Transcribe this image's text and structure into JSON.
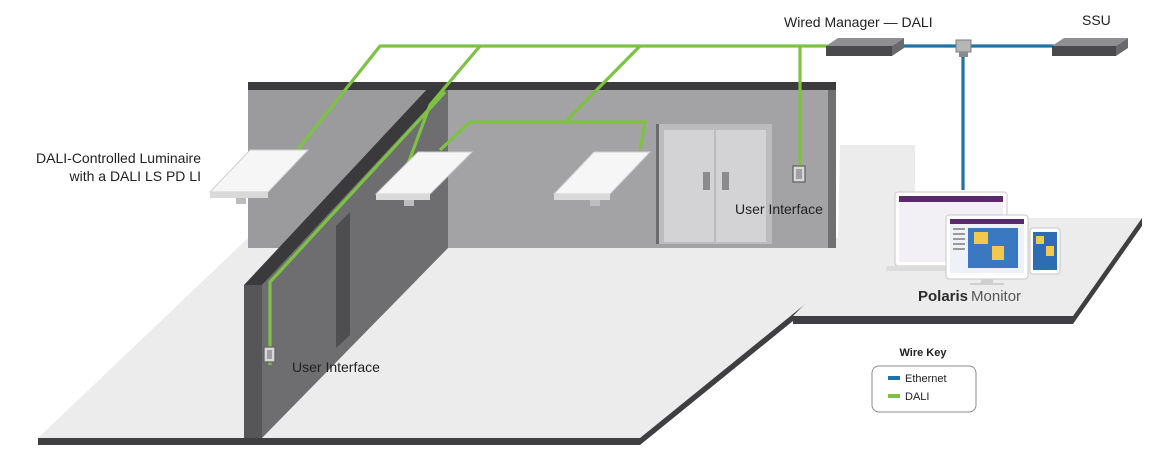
{
  "labels": {
    "wired_manager": "Wired Manager — DALI",
    "ssu": "SSU",
    "luminaire_line1": "DALI-Controlled Luminaire",
    "luminaire_line2": "with a DALI LS PD LI",
    "ui_right": "User Interface",
    "ui_left": "User Interface",
    "polaris_brand": "Polaris",
    "polaris_product": "Monitor"
  },
  "wire_key": {
    "title": "Wire Key",
    "items": [
      {
        "label": "Ethernet",
        "color": "#1f74a6"
      },
      {
        "label": "DALI",
        "color": "#7dc242"
      }
    ]
  },
  "colors": {
    "dali": "#7dc242",
    "ethernet": "#1f74a6",
    "wall": "#9b9b9d",
    "wall_dark": "#5f5f61",
    "floor": "#ececec",
    "floor_edge": "#3f3f41"
  },
  "icons": [
    "wired-manager-icon",
    "ssu-icon",
    "luminaire-icon",
    "user-interface-icon",
    "monitor-screens-icon",
    "door-icon"
  ]
}
